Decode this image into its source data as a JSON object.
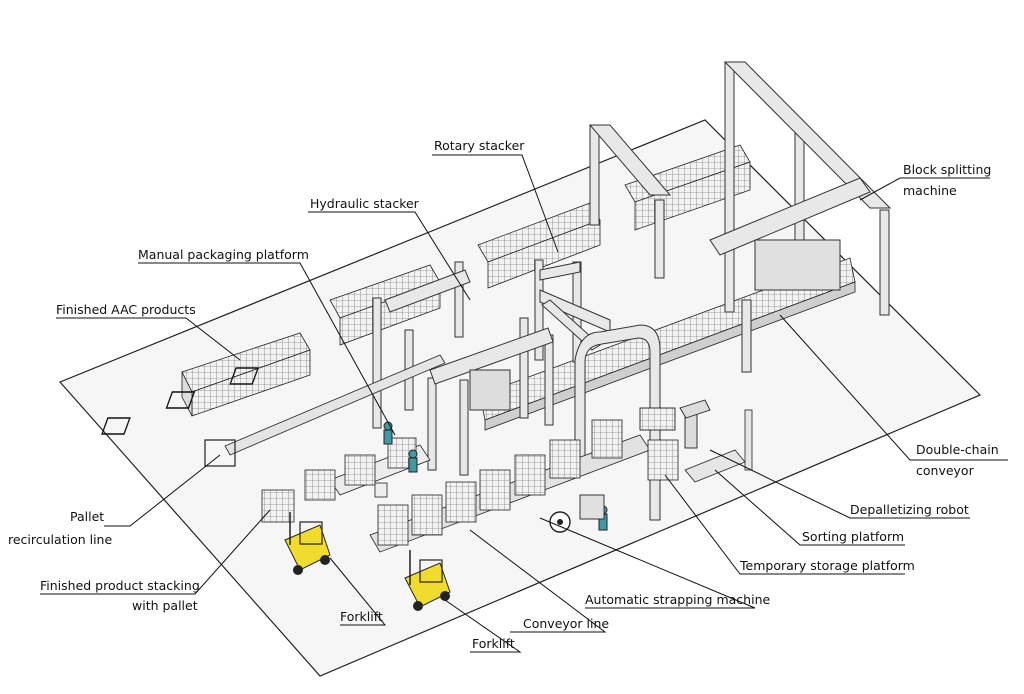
{
  "labels": {
    "rotary_stacker": "Rotary stacker",
    "block_splitting_1": "Block splitting",
    "block_splitting_2": "machine",
    "hydraulic_stacker": "Hydraulic stacker",
    "manual_packaging": "Manual packaging platform",
    "finished_aac": "Finished AAC products",
    "double_chain_1": "Double-chain",
    "double_chain_2": "conveyor",
    "pallet_recirc_1": "Pallet",
    "pallet_recirc_2": "recirculation line",
    "depalletizing_robot": "Depalletizing robot",
    "sorting_platform": "Sorting platform",
    "finished_stacking_1": "Finished product stacking",
    "finished_stacking_2": "with pallet",
    "temporary_storage": "Temporary storage platform",
    "forklift_1": "Forklift",
    "automatic_strapping": "Automatic strapping machine",
    "conveyor_line": "Conveyor line",
    "forklift_2": "Forklift"
  },
  "colors": {
    "floor": "#f4f4f4",
    "frame": "#e6e6e6",
    "frame_stroke": "#333333",
    "blocks": "#f0f0f0",
    "forklift": "#f1dc2e",
    "line": "#111111"
  }
}
